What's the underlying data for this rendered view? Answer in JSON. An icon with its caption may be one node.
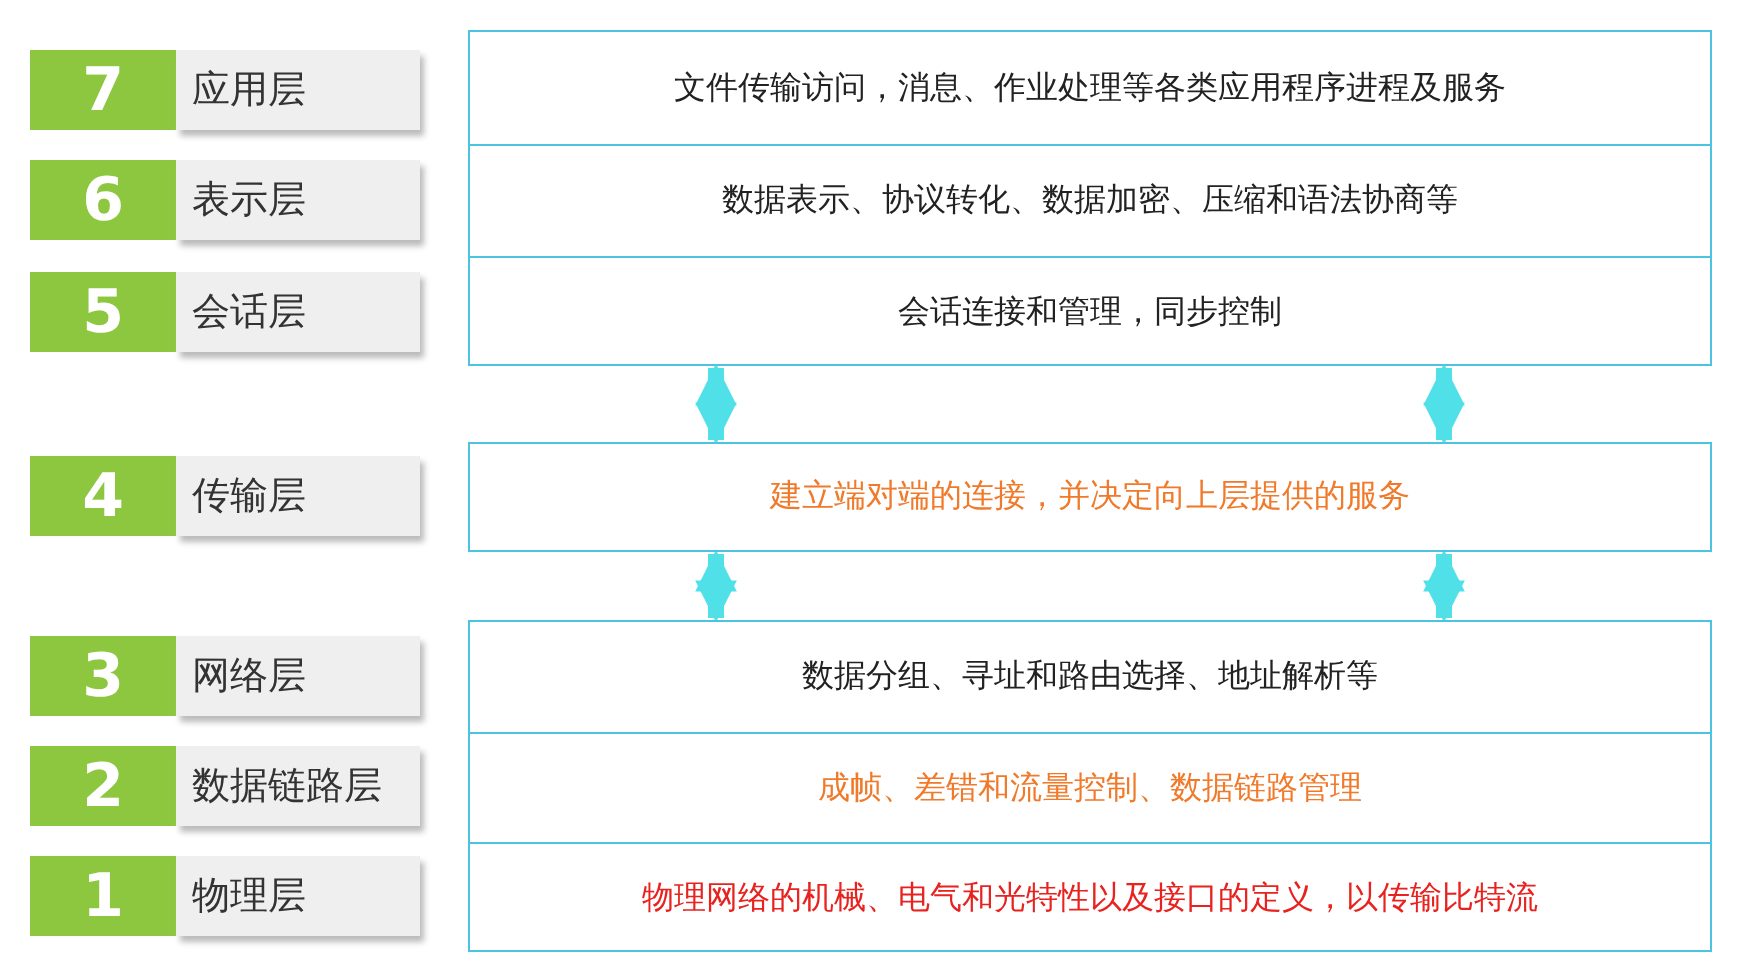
{
  "diagram": {
    "nodes": [
      {
        "text": [
          "7",
          "应用层"
        ]
      },
      {
        "text": [],
        "shape": "box"
      },
      {
        "text": [
          "文件传输访问，消息、作业处理等各类应用程序进程及服务"
        ],
        "in": 1
      },
      {
        "text": [
          "6",
          "表示层"
        ]
      },
      {
        "text": [
          "数据表示、协议转化、数据加密、压缩和语法协商等"
        ],
        "in": 1
      },
      {
        "text": [
          "5",
          "会话层"
        ]
      },
      {
        "text": [
          "会话连接和管理，同步控制"
        ],
        "in": 1
      },
      {
        "text": [
          "4",
          "传输层"
        ]
      },
      {
        "text": [
          "建立端对端的连接，并决定向上层提供的服务"
        ]
      },
      {
        "text": [
          "3",
          "网络层"
        ]
      },
      {
        "text": [],
        "shape": "box"
      },
      {
        "text": [
          "数据分组、寻址和路由选择、地址解析等"
        ],
        "in": 10
      },
      {
        "text": [
          "2",
          "数据链路层"
        ]
      },
      {
        "text": [
          "成帧、差错和流量控制、数据链路管理"
        ],
        "in": 10
      },
      {
        "text": [
          "1",
          "物理层"
        ]
      },
      {
        "text": [
          "物理网络的机械、电气和光特性以及接口的定义，以传输比特流"
        ],
        "in": 10
      }
    ],
    "edges": [
      {
        "from": 1,
        "to": 8,
        "arrow": "both"
      },
      {
        "from": 1,
        "to": 8,
        "arrow": "both"
      },
      {
        "from": 8,
        "to": 10,
        "arrow": "both"
      },
      {
        "from": 8,
        "to": 10,
        "arrow": "both"
      }
    ]
  }
}
